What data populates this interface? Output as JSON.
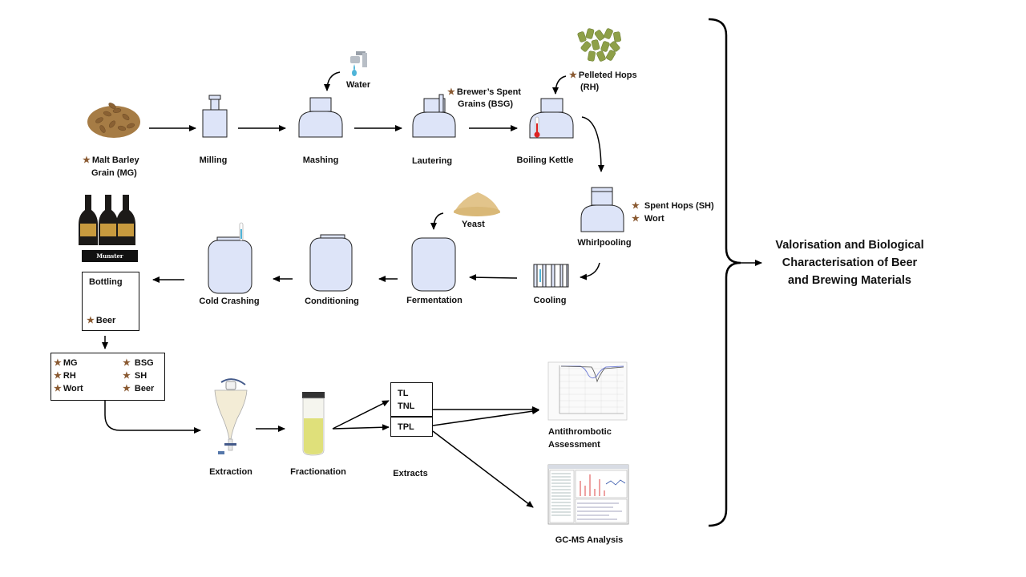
{
  "steps": {
    "malt": "Malt Barley",
    "malt2": "Grain (MG)",
    "milling": "Milling",
    "mashing": "Mashing",
    "water": "Water",
    "lautering": "Lautering",
    "bsg": "Brewer’s Spent",
    "bsg2": "Grains (BSG)",
    "boiling": "Boiling  Kettle",
    "hops": "Pelleted Hops",
    "hops2": "(RH)",
    "whirlpooling": "Whirlpooling",
    "spent_hops": "Spent Hops (SH)",
    "wort": "Wort",
    "cooling": "Cooling",
    "fermentation": "Fermentation",
    "yeast": "Yeast",
    "conditioning": "Conditioning",
    "cold_crashing": "Cold Crashing",
    "bottling": "Bottling",
    "beer": "Beer"
  },
  "samples": {
    "left": [
      "MG",
      "RH",
      "Wort"
    ],
    "right": [
      "BSG",
      "SH",
      "Beer"
    ]
  },
  "extraction": {
    "extraction": "Extraction",
    "fractionation": "Fractionation",
    "extracts": "Extracts",
    "tl": "TL",
    "tnl": "TNL",
    "tpl": "TPL",
    "antithrombotic": "Antithrombotic",
    "antithrombotic2": "Assessment",
    "gcms": "GC-MS Analysis"
  },
  "conclusion": [
    "Valorisation and Biological",
    "Characterisation of Beer",
    "and Brewing Materials"
  ],
  "bottle_logo": "Munster",
  "colors": {
    "vessel": "#dde4f8",
    "arrow": "#000000",
    "star": "#8a5a32",
    "grain": "#a67c45",
    "hops": "#8ea048",
    "yeast": "#e2c48b"
  }
}
